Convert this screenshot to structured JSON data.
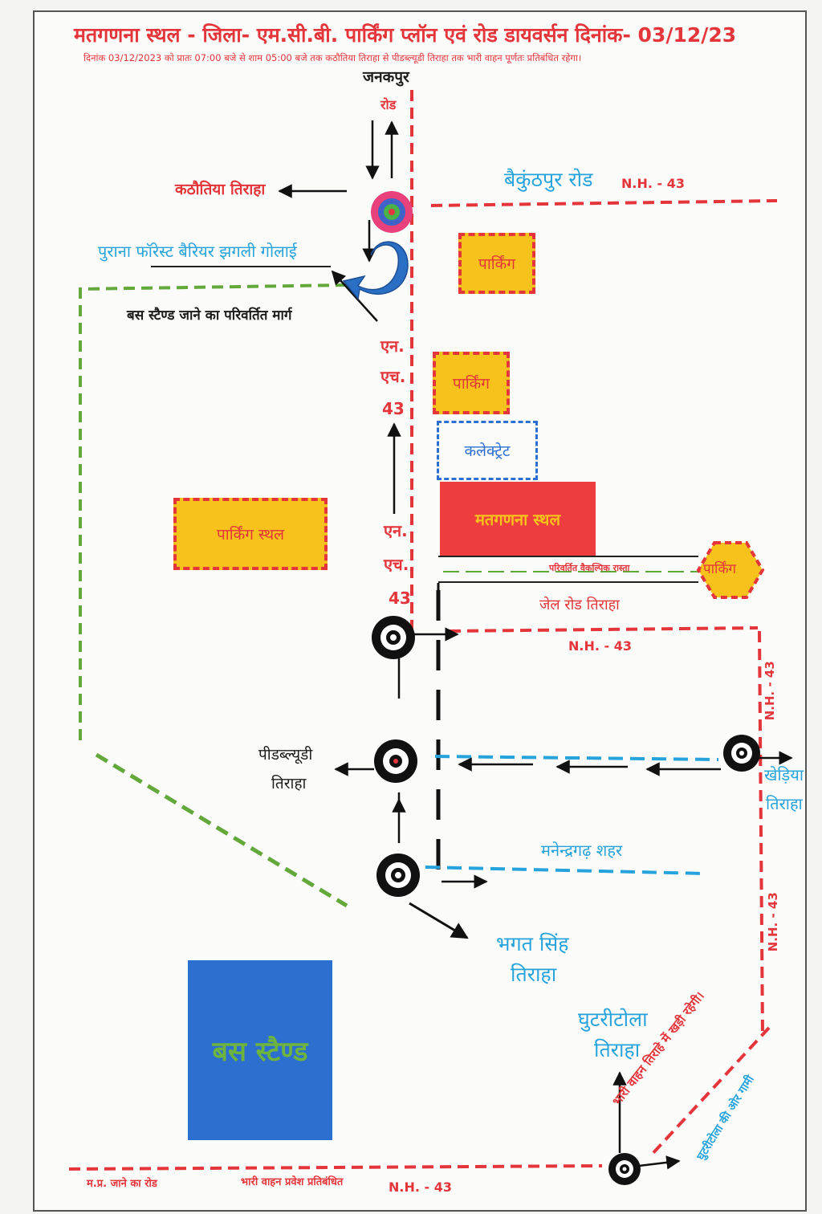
{
  "header": {
    "title": "मतगणना स्थल - जिला- एम.सी.बी. पार्किंग प्लॉन एवं रोड डायवर्सन दिनांक- 03/12/23",
    "subtitle": "दिनांक 03/12/2023 को प्रातः 07:00 बजे से शाम 05:00 बजे तक कठौतिया तिराहा से पीडब्ल्यूडी तिराहा तक भारी वाहन पूर्णतः प्रतिबंधित रहेगा।"
  },
  "roads": {
    "janakpur": "जनकपुर",
    "road": "रोड",
    "baikunthpur": "बैकुंठपुर रोड",
    "nh43_a": "N.H. - 43",
    "nh43_b": "N.H. - 43",
    "nh43_c": "N.H. - 43",
    "nh_vert_1": "N.H. - 43",
    "nh_vert_2": "N.H. - 43",
    "nh43_hindi_1": [
      "एन.",
      "एच.",
      "43"
    ],
    "nh43_hindi_2": [
      "एन.",
      "एच.",
      "43"
    ],
    "mp_road": "म.प्र. जाने का रोड",
    "heavy_banned": "भारी वाहन प्रवेश प्रतिबंधित",
    "manendragarh": "मनेन्द्रगढ़ शहर",
    "diversion_path": "परिवर्तित वैकल्पिक रास्ता"
  },
  "places": {
    "kathautiya": "कठौतिया तिराहा",
    "forest_barrier": "पुराना फॉरेस्ट बैरियर झगली गोलाई",
    "bus_route": "बस स्टैण्ड जाने का परिवर्तित मार्ग",
    "jail_road": "जेल रोड तिराहा",
    "pwd": [
      "पीडब्ल्यूडी",
      "तिराहा"
    ],
    "khadiya": [
      "खेड़िया",
      "तिराहा"
    ],
    "bhagat_singh": [
      "भगत सिंह",
      "तिराहा"
    ],
    "ghutritola": [
      "घुटरीटोला",
      "तिराहा"
    ],
    "heavy_stand": "भारी वाहन तिराहे में खड़ी रहेगी।",
    "ghutritola_way": "घुटरीटोला की ओर गामी"
  },
  "boxes": {
    "parking_1": "पार्किंग",
    "parking_2": "पार्किंग",
    "collectorate": "कलेक्ट्रेट",
    "counting": "मतगणना स्थल",
    "parking_site": "पार्किंग स्थल",
    "parking_hex": "पार्किंग",
    "bus_stand": "बस स्टैण्ड"
  },
  "colors": {
    "red": "#e4353a",
    "blue": "#27a3dc",
    "green": "#62a83a",
    "yellow": "#f7c21b",
    "bus_blue": "#2d6fce",
    "bus_text": "#6db33f"
  }
}
